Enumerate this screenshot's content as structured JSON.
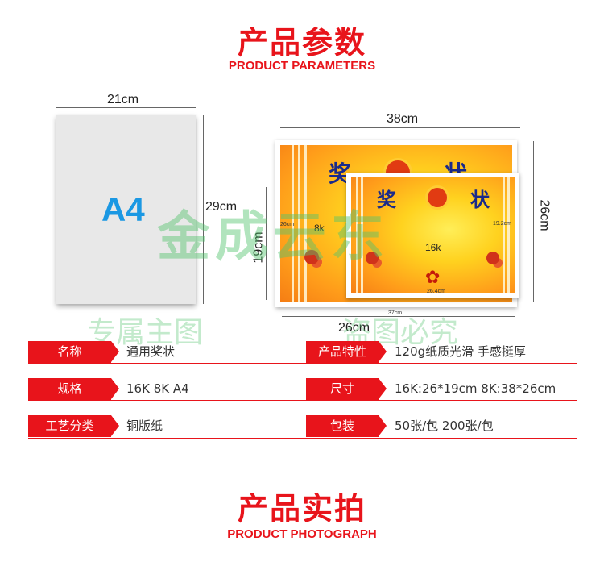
{
  "headers": {
    "params_cn": "产品参数",
    "params_en": "PRODUCT PARAMETERS",
    "photo_cn": "产品实拍",
    "photo_en": "PRODUCT PHOTOGRAPH"
  },
  "watermark": {
    "brand": "金成云东",
    "left": "专属主图",
    "right": "盗图必究"
  },
  "a4_sheet": {
    "label": "A4",
    "width_dim": "21cm",
    "height_dim": "29cm"
  },
  "certificates": {
    "large_width_dim": "38cm",
    "large_height_dim": "26cm",
    "small_width_dim": "26cm",
    "small_height_dim": "19cm",
    "large_size_label": "8k",
    "small_size_label": "16k",
    "title_left": "奖",
    "title_right": "状",
    "tiny_left": "26cm",
    "tiny_right": "19.2cm",
    "tiny_bottom": "26.4cm",
    "tiny_bottom2": "37cm"
  },
  "params": {
    "rows": [
      [
        {
          "label": "名称",
          "value": "通用奖状"
        },
        {
          "label": "产品特性",
          "value": "120g纸质光滑 手感挺厚"
        }
      ],
      [
        {
          "label": "规格",
          "value": "16K  8K  A4"
        },
        {
          "label": "尺寸",
          "value": "16K:26*19cm  8K:38*26cm"
        }
      ],
      [
        {
          "label": "工艺分类",
          "value": "铜版纸"
        },
        {
          "label": "包装",
          "value": "50张/包  200张/包"
        }
      ]
    ]
  },
  "colors": {
    "accent": "#e8141b",
    "a4_label": "#1b98e3",
    "watermark": "#55c46e"
  }
}
